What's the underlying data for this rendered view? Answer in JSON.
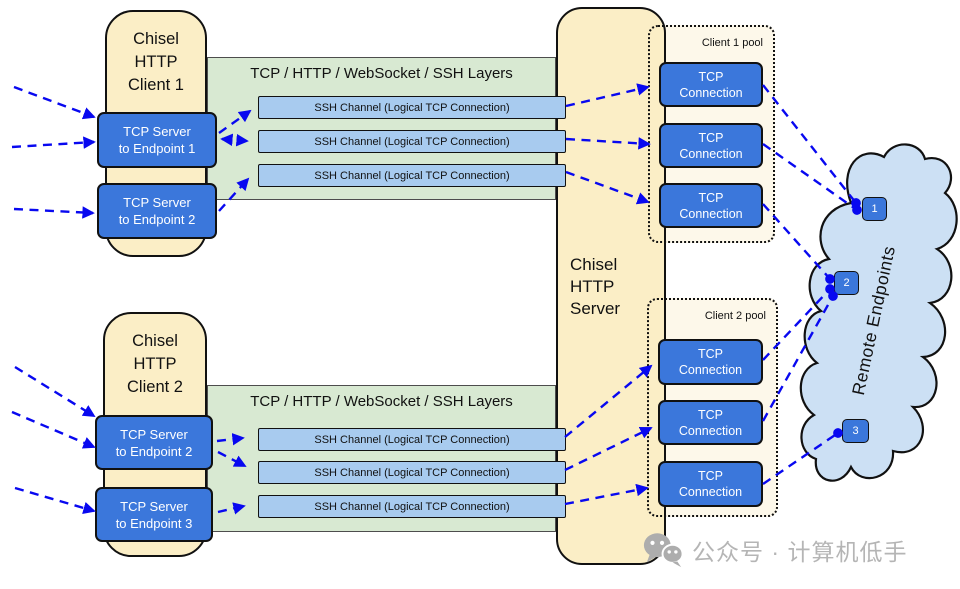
{
  "clients": [
    {
      "title": "Chisel\nHTTP\nClient 1",
      "tcp_servers": [
        "TCP Server\nto Endpoint 1",
        "TCP Server\nto Endpoint 2"
      ]
    },
    {
      "title": "Chisel\nHTTP\nClient 2",
      "tcp_servers": [
        "TCP Server\nto Endpoint 2",
        "TCP Server\nto Endpoint 3"
      ]
    }
  ],
  "layers_band_label": "TCP / HTTP / WebSocket / SSH Layers",
  "ssh_channel_label": "SSH Channel (Logical TCP Connection)",
  "server": {
    "title": "Chisel\nHTTP\nServer"
  },
  "pools": [
    {
      "label": "Client 1 pool"
    },
    {
      "label": "Client 2 pool"
    }
  ],
  "tcp_connection_label": "TCP\nConnection",
  "cloud": {
    "label": "Remote Endpoints",
    "endpoints": [
      "1",
      "2",
      "3"
    ]
  },
  "watermark": {
    "icon": "wechat-icon",
    "text": "公众号 · 计算机低手"
  },
  "colors": {
    "node_cream": "#fbeec6",
    "pool_cream": "#fdf8ea",
    "layer_green": "#d8e9d2",
    "dark_blue": "#3b77db",
    "light_blue": "#a8cbef",
    "cloud_blue": "#cce0f4",
    "arrow_blue": "#0808f0",
    "watermark_gray": "#b5b5b5"
  }
}
